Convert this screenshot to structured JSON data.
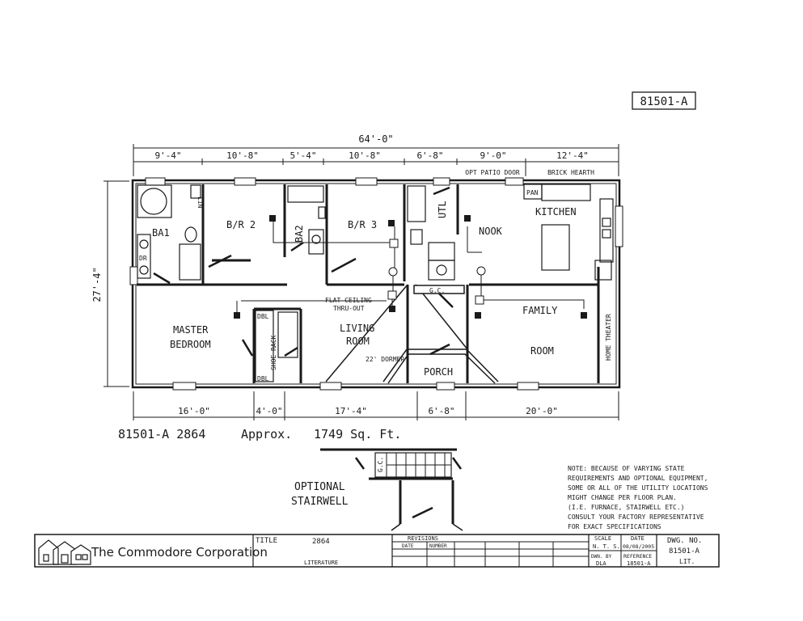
{
  "plan_number": "81501-A",
  "overall": {
    "width": "64'-0\"",
    "depth": "27'-4\""
  },
  "top_dims": [
    "9'-4\"",
    "10'-8\"",
    "5'-4\"",
    "10'-8\"",
    "6'-8\"",
    "9'-0\"",
    "12'-4\""
  ],
  "bottom_dims": [
    "16'-0\"",
    "4'-0\"",
    "17'-4\"",
    "6'-8\"",
    "20'-0\""
  ],
  "notes_top": {
    "patio": "OPT PATIO DOOR",
    "hearth": "BRICK HEARTH"
  },
  "rooms": {
    "ba1": "BA1",
    "br2": "B/R 2",
    "ba2": "BA2",
    "br3": "B/R 3",
    "utl": "UTL",
    "nook": "NOOK",
    "kitchen": "KITCHEN",
    "pan": "PAN",
    "dr": "DR",
    "lin": "LIN",
    "master_1": "MASTER",
    "master_2": "BEDROOM",
    "shoe_rack": "SHOE RACK",
    "dbl_top": "DBL",
    "dbl_bottom": "DBL",
    "flat_1": "FLAT CEILING",
    "flat_2": "THRU-OUT",
    "living_1": "LIVING",
    "living_2": "ROOM",
    "dormer": "22' DORMER",
    "gc": "G.C.",
    "porch": "PORCH",
    "family_1": "FAMILY",
    "family_2": "ROOM",
    "home_theater": "HOME THEATER"
  },
  "caption": {
    "model": "81501-A 2864",
    "approx": "Approx.",
    "area": "1749 Sq. Ft."
  },
  "stairwell": {
    "line1": "OPTIONAL",
    "line2": "STAIRWELL",
    "gc": "G.C."
  },
  "disclaimer": [
    "NOTE: BECAUSE OF VARYING STATE",
    "REQUIREMENTS AND OPTIONAL EQUIPMENT,",
    "SOME OR ALL OF THE UTILITY LOCATIONS",
    "MIGHT CHANGE PER FLOOR PLAN.",
    "(I.E. FURNACE, STAIRWELL ETC.)",
    "CONSULT YOUR FACTORY REPRESENTATIVE",
    "FOR EXACT SPECIFICATIONS"
  ],
  "title_block": {
    "company": "The Commodore Corporation",
    "title_label": "TITLE",
    "title_value": "2864",
    "literature": "LITERATURE",
    "revisions": "REVISIONS",
    "date_col": "DATE",
    "number_col": "NUMBER",
    "scale_label": "SCALE",
    "scale_value": "N. T. S.",
    "date_label": "DATE",
    "date_value": "08/08/2005",
    "dwn_label": "DWN. BY",
    "dwn_value": "DLA",
    "ref_label": "REFERENCE",
    "ref_value": "18501-A",
    "dwg_label": "DWG. NO.",
    "dwg_value": "81501-A",
    "lit": "LIT."
  }
}
